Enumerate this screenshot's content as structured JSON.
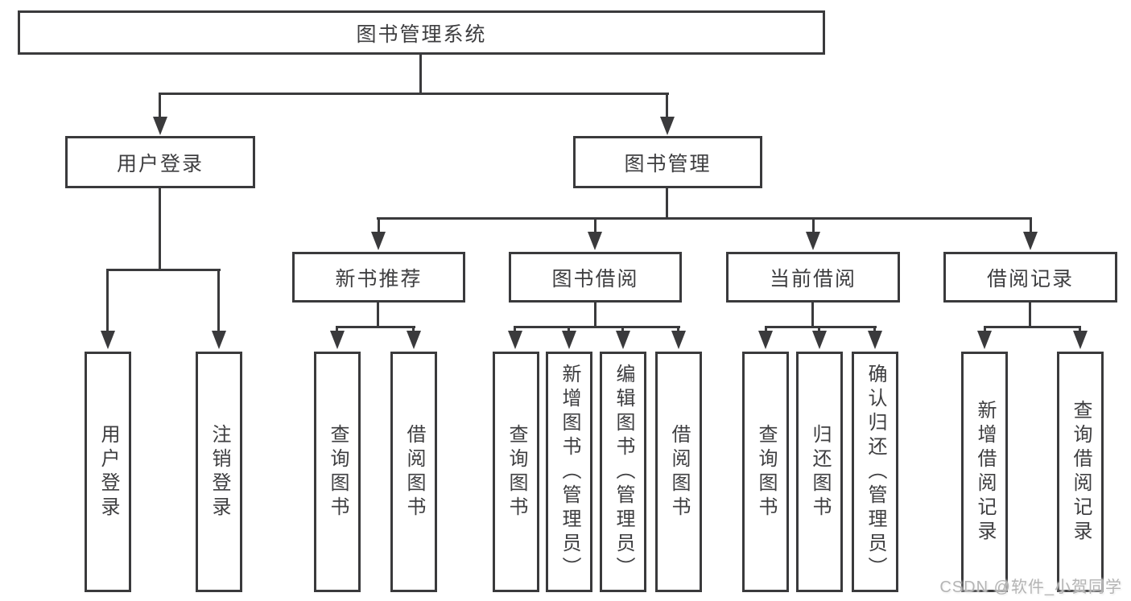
{
  "tree": {
    "label": "图书管理系统",
    "children": [
      {
        "label": "用户登录",
        "children": [
          {
            "label": "用户登录"
          },
          {
            "label": "注销登录"
          }
        ]
      },
      {
        "label": "图书管理",
        "children": [
          {
            "label": "新书推荐",
            "children": [
              {
                "label": "查询图书"
              },
              {
                "label": "借阅图书"
              }
            ]
          },
          {
            "label": "图书借阅",
            "children": [
              {
                "label": "查询图书"
              },
              {
                "label": "新增图书（管理员）"
              },
              {
                "label": "编辑图书（管理员）"
              },
              {
                "label": "借阅图书"
              }
            ]
          },
          {
            "label": "当前借阅",
            "children": [
              {
                "label": "查询图书"
              },
              {
                "label": "归还图书"
              },
              {
                "label": "确认归还（管理员）"
              }
            ]
          },
          {
            "label": "借阅记录",
            "children": [
              {
                "label": "新增借阅记录"
              },
              {
                "label": "查询借阅记录"
              }
            ]
          }
        ]
      }
    ]
  },
  "watermark": "CSDN @软件_小贺同学",
  "colors": {
    "line": "#3a3a3c",
    "text": "#3e3e40",
    "watermark": "#b4b4b4"
  }
}
